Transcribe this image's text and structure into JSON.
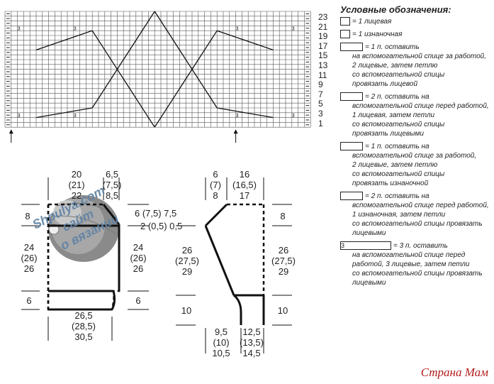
{
  "chart": {
    "row_numbers": [
      "23",
      "21",
      "19",
      "17",
      "15",
      "13",
      "11",
      "9",
      "7",
      "5",
      "3",
      "1"
    ],
    "cross_label": "3"
  },
  "legend": {
    "title": "Условные обозначения:",
    "items": [
      {
        "icon": "knit-stitch-icon",
        "lines": [
          "= 1 лицевая"
        ]
      },
      {
        "icon": "purl-stitch-icon",
        "lines": [
          "= 1 изнаночная"
        ]
      },
      {
        "icon": "cross-1-back-knit-icon",
        "lines": [
          "= 1 п. оставить",
          "на вспомогательной спице за работой,",
          "2 лицевые, затем петлю",
          "со вспомогательной спицы",
          "провязать лицевой"
        ]
      },
      {
        "icon": "cross-2-front-knit-icon",
        "lines": [
          "= 2 п. оставить на",
          "вспомогательной спице перед работой,",
          "1 лицевая, затем петли",
          "со вспомогательной спицы",
          "провязать лицевыми"
        ]
      },
      {
        "icon": "cross-1-back-purl-icon",
        "lines": [
          "= 1 п. оставить на",
          "вспомогательной спице за работой,",
          "2 лицевые, затем петлю",
          "со вспомогательной спицы",
          "провязать изнаночной"
        ]
      },
      {
        "icon": "cross-2-front-purl-icon",
        "lines": [
          "= 2 п. оставить на",
          "вспомогательной спице перед работой,",
          "1 изнаночная, затем петли",
          "со вспомогательной спицы провязать",
          "лицевыми"
        ]
      },
      {
        "icon": "cross-3-front-icon",
        "lines": [
          "= 3 п. оставить",
          "на вспомогательной спице перед",
          "работой, 3 лицевые, затем петли",
          "со вспомогательной спицы провязать",
          "лицевыми"
        ],
        "label": "3"
      }
    ]
  },
  "back_pattern": {
    "top_width": [
      "20",
      "(21)",
      "22"
    ],
    "shoulder": [
      "6,5",
      "(7,5)",
      "8,5"
    ],
    "neck_depth": "8",
    "armhole_1": "6 (7,5) 7,5",
    "armhole_2": "2 (0,5) 0,5",
    "side_height": [
      "24",
      "(26)",
      "26"
    ],
    "side_height_right": [
      "24",
      "(26)",
      "26"
    ],
    "hem_left": "6",
    "hem_right": "6",
    "bottom_width": [
      "26,5",
      "(28,5)",
      "30,5"
    ]
  },
  "sleeve_pattern": {
    "top_left": [
      "6",
      "(7)",
      "8"
    ],
    "top_right": [
      "16",
      "(16,5)",
      "17"
    ],
    "cap_right": "8",
    "length_left": [
      "26",
      "(27,5)",
      "29"
    ],
    "length_right": [
      "26",
      "(27,5)",
      "29"
    ],
    "cuff_left": "10",
    "cuff_right": "10",
    "bottom_left": [
      "9,5",
      "(10)",
      "10,5"
    ],
    "bottom_right": [
      "12,5",
      "(13,5)",
      "14,5"
    ]
  },
  "watermark": [
    "Shpulya.com",
    "сайт",
    "о вязании"
  ],
  "brand": "Страна Мам"
}
